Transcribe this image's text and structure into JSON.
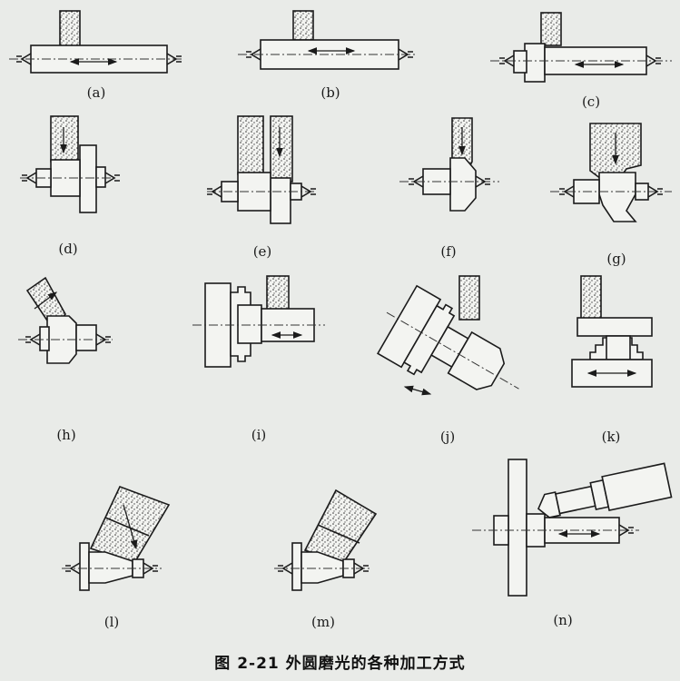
{
  "figure": {
    "caption": "图 2-21   外圆磨光的各种加工方式",
    "panels": [
      {
        "id": "a",
        "label": "(a)"
      },
      {
        "id": "b",
        "label": "(b)"
      },
      {
        "id": "c",
        "label": "(c)"
      },
      {
        "id": "d",
        "label": "(d)"
      },
      {
        "id": "e",
        "label": "(e)"
      },
      {
        "id": "f",
        "label": "(f)"
      },
      {
        "id": "g",
        "label": "(g)"
      },
      {
        "id": "h",
        "label": "(h)"
      },
      {
        "id": "i",
        "label": "(i)"
      },
      {
        "id": "j",
        "label": "(j)"
      },
      {
        "id": "k",
        "label": "(k)"
      },
      {
        "id": "l",
        "label": "(l)"
      },
      {
        "id": "m",
        "label": "(m)"
      },
      {
        "id": "n",
        "label": "(n)"
      }
    ]
  }
}
